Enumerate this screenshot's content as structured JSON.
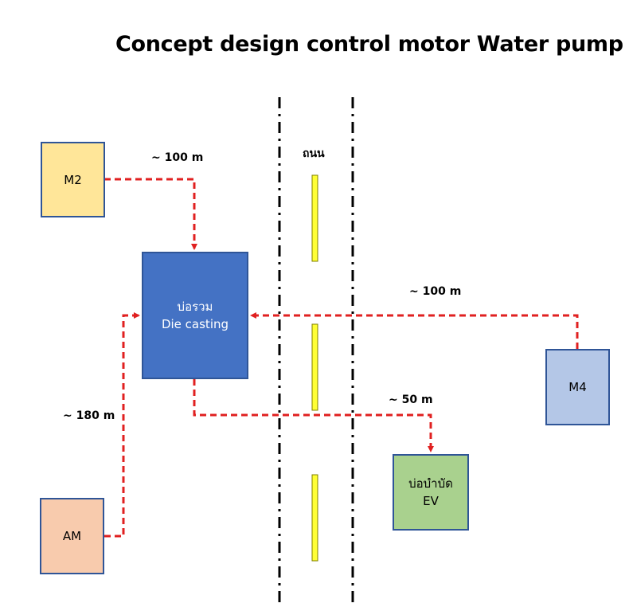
{
  "title": "Concept design control motor Water pump",
  "colors": {
    "pipe": "#e02020",
    "road_line": "#000000",
    "road_marker": "#ffff33",
    "m2_fill": "#ffe699",
    "die_fill": "#4472c4",
    "m4_fill": "#b4c7e7",
    "ev_fill": "#a9d18e",
    "am_fill": "#f8cbad",
    "border": "#2f5597"
  },
  "road": {
    "label": "ถนน"
  },
  "nodes": {
    "m2": {
      "label": "M2"
    },
    "die_casting": {
      "line1": "บ่อรวม",
      "line2": "Die casting"
    },
    "m4": {
      "label": "M4"
    },
    "ev": {
      "line1": "บ่อบำบัด",
      "line2": "EV"
    },
    "am": {
      "label": "AM"
    }
  },
  "distances": {
    "m2": "~ 100 m",
    "m4": "~ 100 m",
    "am": "~ 180 m",
    "ev": "~ 50 m"
  }
}
